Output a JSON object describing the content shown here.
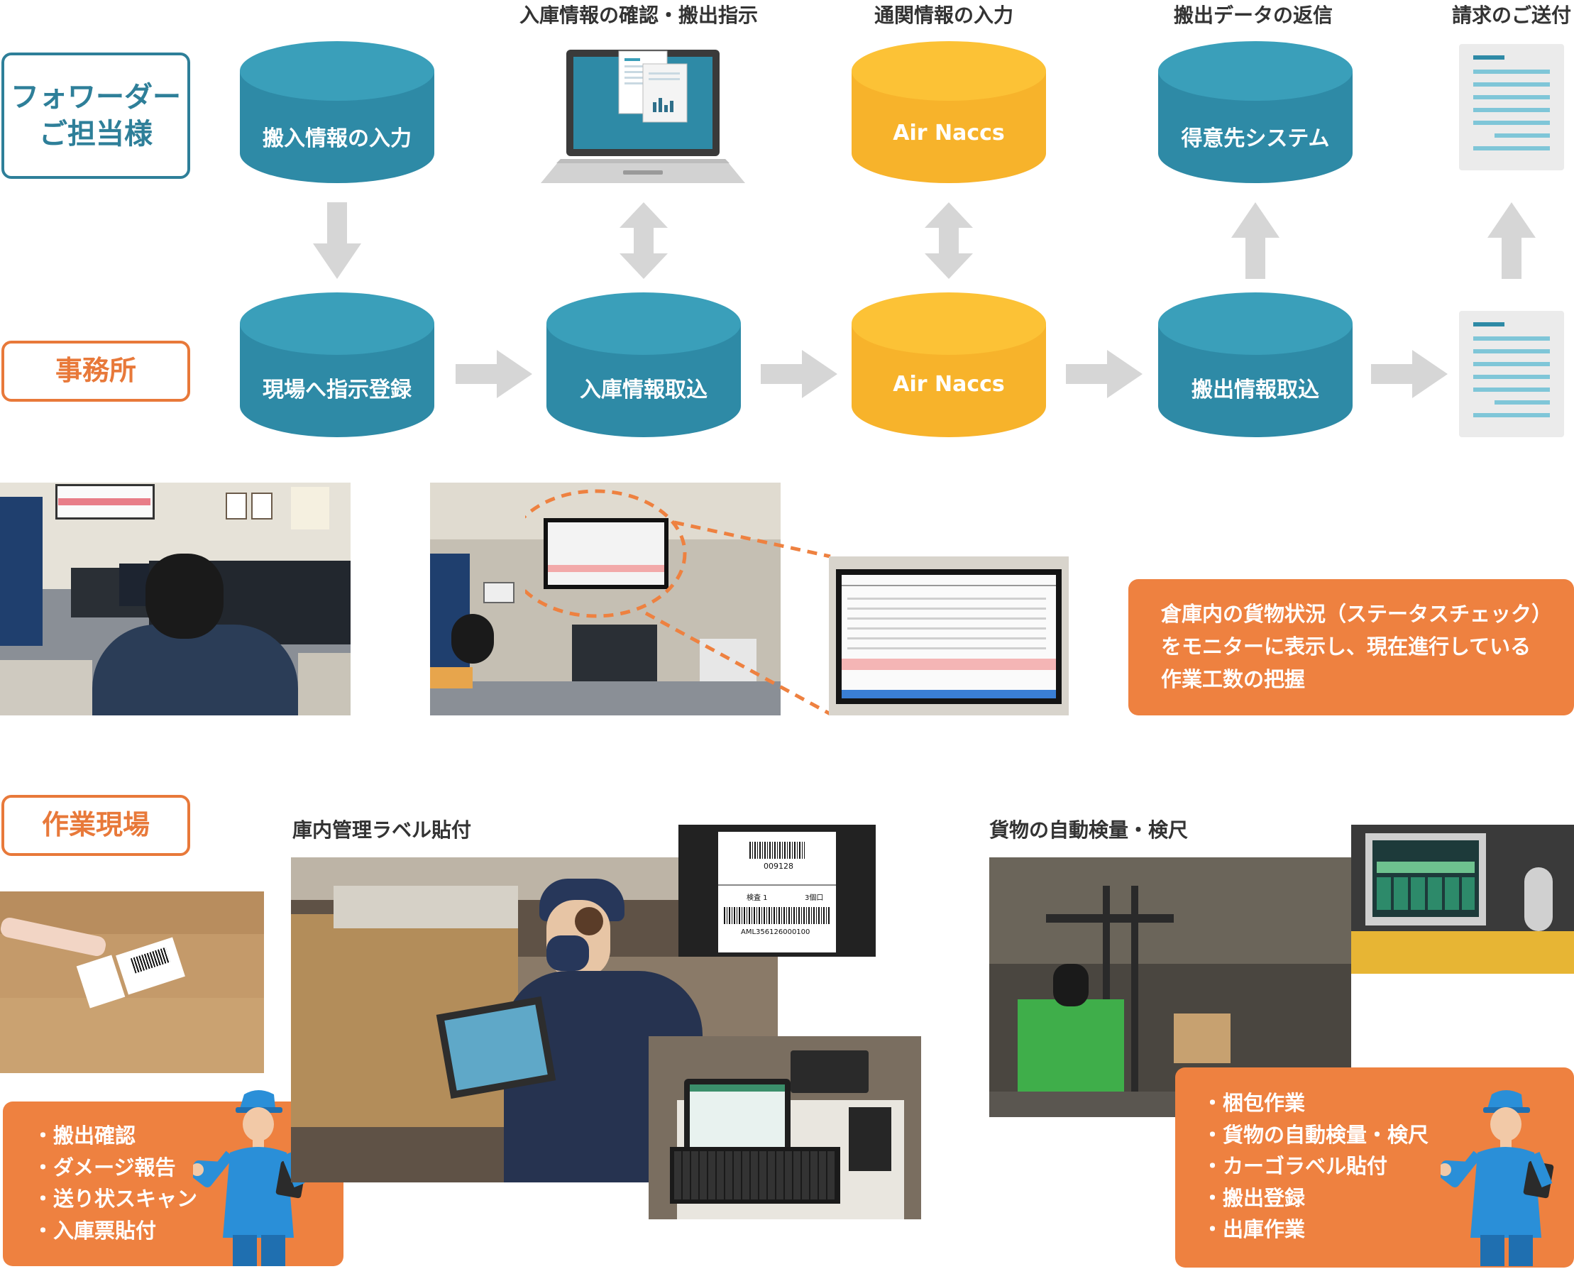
{
  "roles": {
    "forwarder": "フォワーダー\nご担当様",
    "office": "事務所",
    "site": "作業現場"
  },
  "top_labels": {
    "confirm": "入庫情報の確認・搬出指示",
    "customs": "通関情報の入力",
    "return": "搬出データの返信",
    "billing": "請求のご送付"
  },
  "cylinders": {
    "carry_in_input": "搬入情報の入力",
    "airnaccs_top": "Air Naccs",
    "customer_system": "得意先システム",
    "site_register": "現場へ指示登録",
    "import_in": "入庫情報取込",
    "airnaccs_bottom": "Air Naccs",
    "import_out": "搬出情報取込"
  },
  "monitor_note": [
    "倉庫内の貨物状況（ステータスチェック）",
    "をモニターに表示し、現在進行している",
    "作業工数の把握"
  ],
  "captions": {
    "label": "庫内管理ラベル貼付",
    "weigh": "貨物の自動検量・検尺"
  },
  "barcode_label": {
    "number1": "009128",
    "number2": "検査 1",
    "number3": "3個口",
    "code": "AML356126000100"
  },
  "left_tasks": [
    "・搬出確認",
    "・ダメージ報告",
    "・送り状スキャン",
    "・入庫票貼付"
  ],
  "right_tasks": [
    "・梱包作業",
    "・貨物の自動検量・検尺",
    "・カーゴラベル貼付",
    "・搬出登録",
    "・出庫作業"
  ],
  "colors": {
    "teal": "#2e8aa6",
    "teal_top": "#3a9fba",
    "yellow": "#f7b32b",
    "yellow_top": "#fcc236",
    "orange": "#ee8140",
    "arrow": "#d6d6d6"
  }
}
